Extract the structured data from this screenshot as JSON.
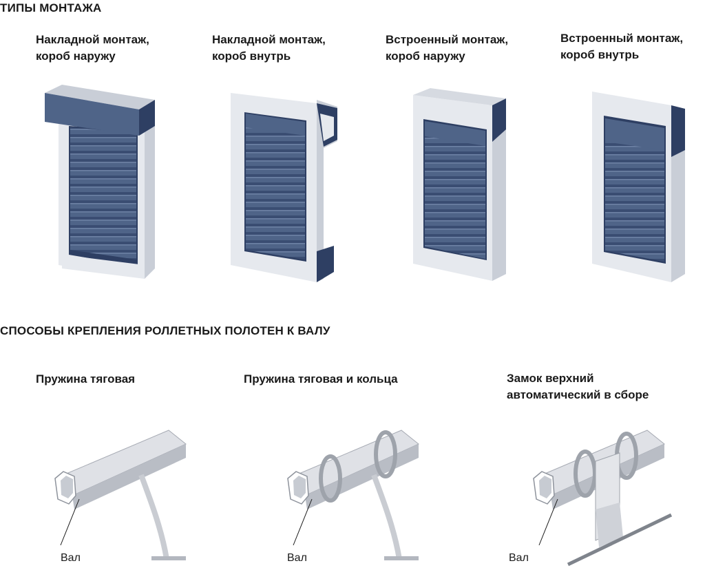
{
  "mount_section": {
    "title": "ТИПЫ МОНТАЖА",
    "items": [
      {
        "line1": "Накладной монтаж,",
        "line2": "короб наружу"
      },
      {
        "line1": "Накладной монтаж,",
        "line2": "короб внутрь"
      },
      {
        "line1": "Встроенный монтаж,",
        "line2": "короб наружу"
      },
      {
        "line1": "Встроенный монтаж,",
        "line2": "короб внутрь"
      }
    ]
  },
  "attach_section": {
    "title": "СПОСОБЫ КРЕПЛЕНИЯ РОЛЛЕТНЫХ ПОЛОТЕН К ВАЛУ",
    "items": [
      {
        "line1": "Пружина тяговая",
        "line2": "",
        "shaft_label": "Вал"
      },
      {
        "line1": "Пружина тяговая и кольца",
        "line2": "",
        "shaft_label": "Вал"
      },
      {
        "line1": "Замок верхний",
        "line2": "автоматический в сборе",
        "shaft_label": "Вал"
      }
    ]
  },
  "colors": {
    "shutter_blue": "#4f6488",
    "shutter_dark": "#2e3f63",
    "frame_light": "#e6e9ee",
    "frame_mid": "#c9ced7",
    "shaft_light": "#dfe1e6",
    "shaft_dark": "#a6aab3"
  }
}
